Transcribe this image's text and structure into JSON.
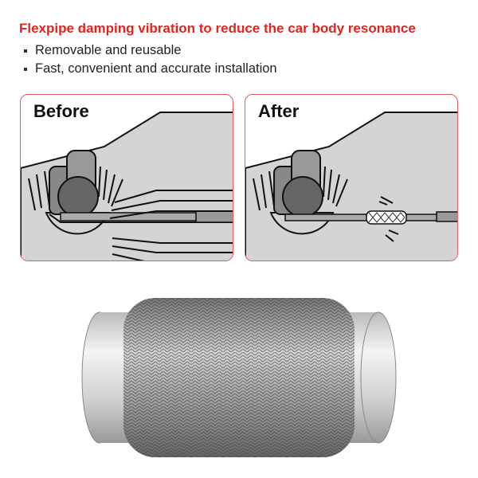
{
  "header": {
    "title": "Flexpipe damping vibration to reduce the car body resonance",
    "bullets": [
      "Removable and reusable",
      "Fast, convenient and accurate installation"
    ]
  },
  "panels": [
    {
      "label": "Before"
    },
    {
      "label": "After"
    }
  ],
  "colors": {
    "accent": "#e3231d",
    "border": "#e35a5e"
  }
}
